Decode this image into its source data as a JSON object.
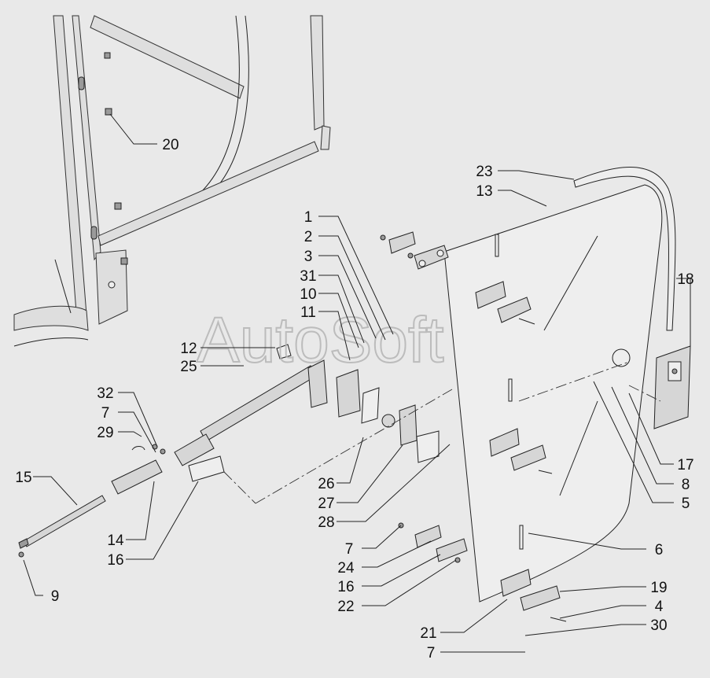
{
  "watermark": "AutoSoft",
  "callouts": [
    {
      "id": "c1",
      "text": "1"
    },
    {
      "id": "c2",
      "text": "2"
    },
    {
      "id": "c3",
      "text": "3"
    },
    {
      "id": "c31",
      "text": "31"
    },
    {
      "id": "c10",
      "text": "10"
    },
    {
      "id": "c11",
      "text": "11"
    },
    {
      "id": "c12",
      "text": "12"
    },
    {
      "id": "c25",
      "text": "25"
    },
    {
      "id": "c32",
      "text": "32"
    },
    {
      "id": "c7a",
      "text": "7"
    },
    {
      "id": "c29",
      "text": "29"
    },
    {
      "id": "c15",
      "text": "15"
    },
    {
      "id": "c14",
      "text": "14"
    },
    {
      "id": "c16a",
      "text": "16"
    },
    {
      "id": "c9",
      "text": "9"
    },
    {
      "id": "c20",
      "text": "20"
    },
    {
      "id": "c23",
      "text": "23"
    },
    {
      "id": "c13",
      "text": "13"
    },
    {
      "id": "c18",
      "text": "18"
    },
    {
      "id": "c17",
      "text": "17"
    },
    {
      "id": "c8",
      "text": "8"
    },
    {
      "id": "c5",
      "text": "5"
    },
    {
      "id": "c6",
      "text": "6"
    },
    {
      "id": "c19",
      "text": "19"
    },
    {
      "id": "c4",
      "text": "4"
    },
    {
      "id": "c30",
      "text": "30"
    },
    {
      "id": "c7d",
      "text": "7"
    },
    {
      "id": "c21",
      "text": "21"
    },
    {
      "id": "c26",
      "text": "26"
    },
    {
      "id": "c27",
      "text": "27"
    },
    {
      "id": "c28",
      "text": "28"
    },
    {
      "id": "c7b",
      "text": "7"
    },
    {
      "id": "c24",
      "text": "24"
    },
    {
      "id": "c16b",
      "text": "16"
    },
    {
      "id": "c22",
      "text": "22"
    }
  ]
}
